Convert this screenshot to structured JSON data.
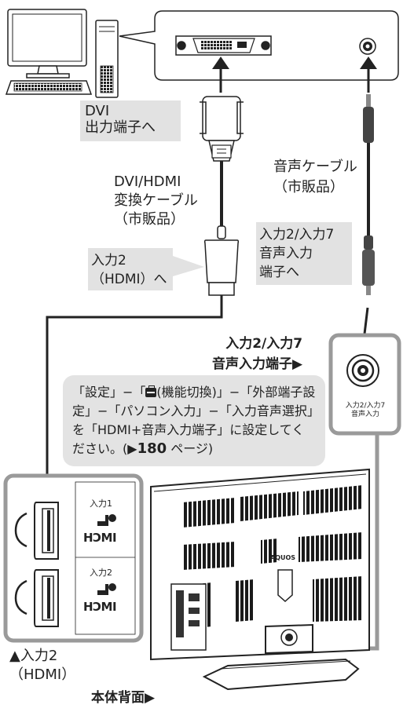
{
  "labels": {
    "dvi_output": "DVI\n出力端子へ",
    "dvi_hdmi_cable": "DVI/HDMI\n変換ケーブル\n（市販品）",
    "audio_cable": "音声ケーブル\n（市販品）",
    "audio_input_to": "入力2/入力7\n音声入力\n端子へ",
    "input2_hdmi_to": "入力2\n（HDMI）へ",
    "audio_terminal": "入力2/入力7\n音声入力端子▶",
    "jack_label": "入力2/入力7\n音声入力",
    "port_input1": "入力1",
    "port_input2": "入力2",
    "hdmi_logo": "HƆMI",
    "input2_hdmi_bottom": "▲入力2\n（HDMI）",
    "rear_view": "本体背面▶",
    "aquos": "AQUOS"
  },
  "note": {
    "text_before": "「設定」−「",
    "icon": "briefcase-icon",
    "text_after": "(機能切換)」−「外部端子設定」−「パソコン入力」−「入力音声選択」を「HDMI+音声入力端子」に設定してください。(▶",
    "page": "180",
    "text_tail": " ページ)"
  },
  "colors": {
    "highlight_box": "#e2e2e2",
    "frame": "#9a9a9a",
    "cable": "#222222",
    "plug_gray": "#555555"
  }
}
